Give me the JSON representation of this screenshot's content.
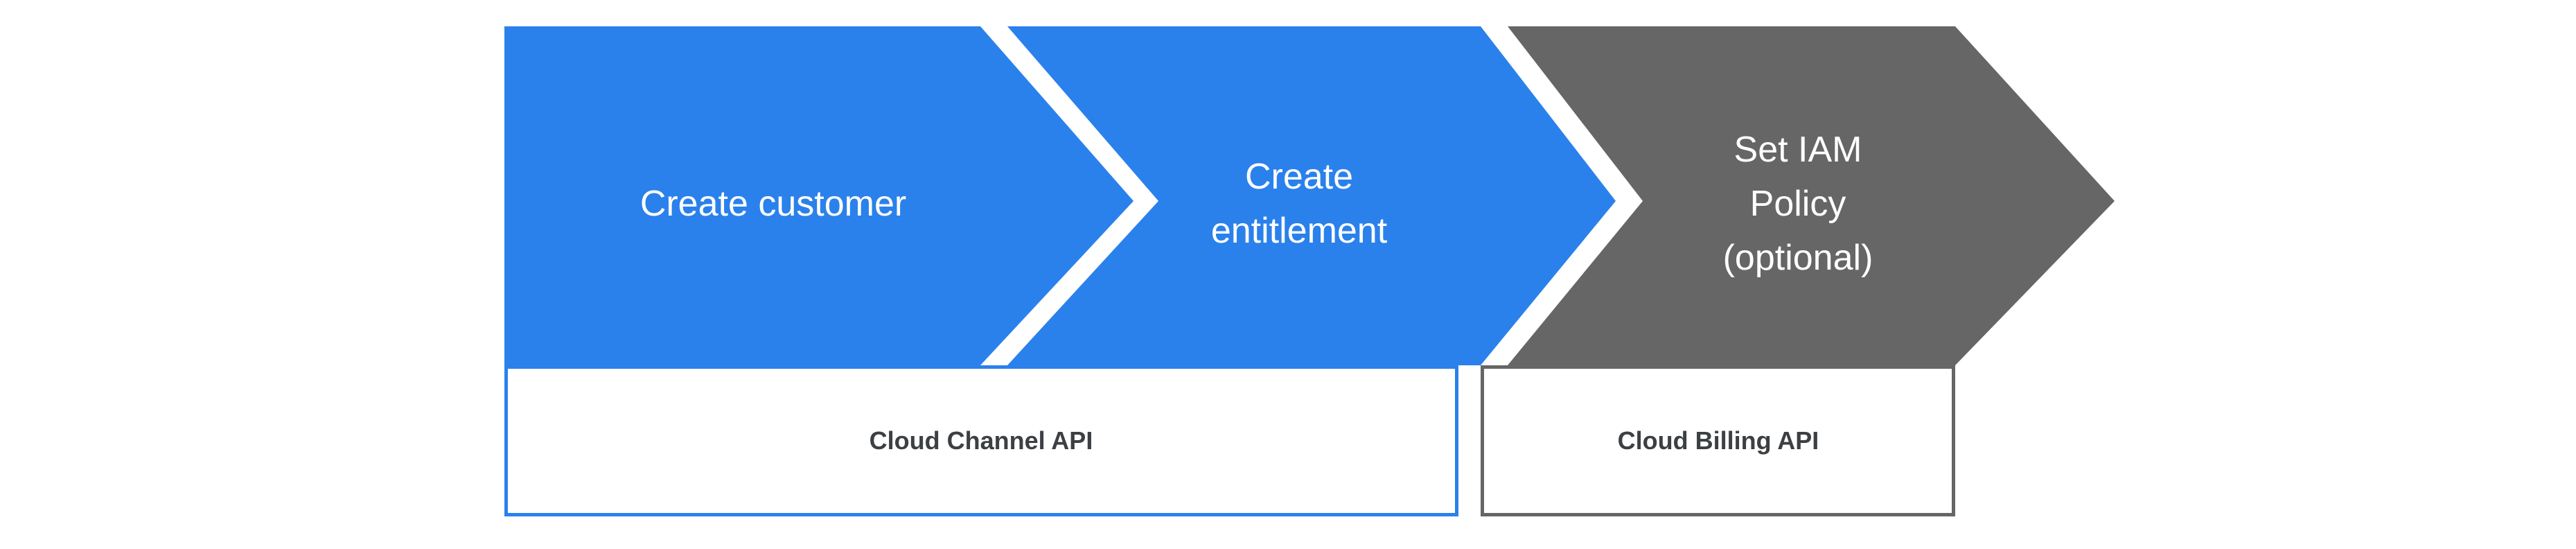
{
  "diagram": {
    "type": "process-flow-chevrons",
    "colors": {
      "primary_blue": "#2a81eb",
      "neutral_gray": "#666666",
      "label_text": "#3c4043",
      "chevron_text": "#ffffff",
      "background": "#ffffff"
    },
    "stages": [
      {
        "id": "create-customer",
        "label": "Create customer",
        "lines": [
          "Create customer"
        ],
        "color": "#2a81eb",
        "optional": false
      },
      {
        "id": "create-entitlement",
        "label": "Create entitlement",
        "lines": [
          "Create",
          "entitlement"
        ],
        "color": "#2a81eb",
        "optional": false
      },
      {
        "id": "set-iam-policy",
        "label": "Set IAM Policy (optional)",
        "lines": [
          "Set IAM",
          "Policy",
          "(optional)"
        ],
        "color": "#666666",
        "optional": true
      }
    ],
    "api_groups": [
      {
        "id": "cloud-channel-api",
        "label": "Cloud Channel API",
        "border_color": "#2a81eb",
        "covers_stages": [
          "create-customer",
          "create-entitlement"
        ]
      },
      {
        "id": "cloud-billing-api",
        "label": "Cloud Billing API",
        "border_color": "#666666",
        "covers_stages": [
          "set-iam-policy"
        ]
      }
    ]
  }
}
